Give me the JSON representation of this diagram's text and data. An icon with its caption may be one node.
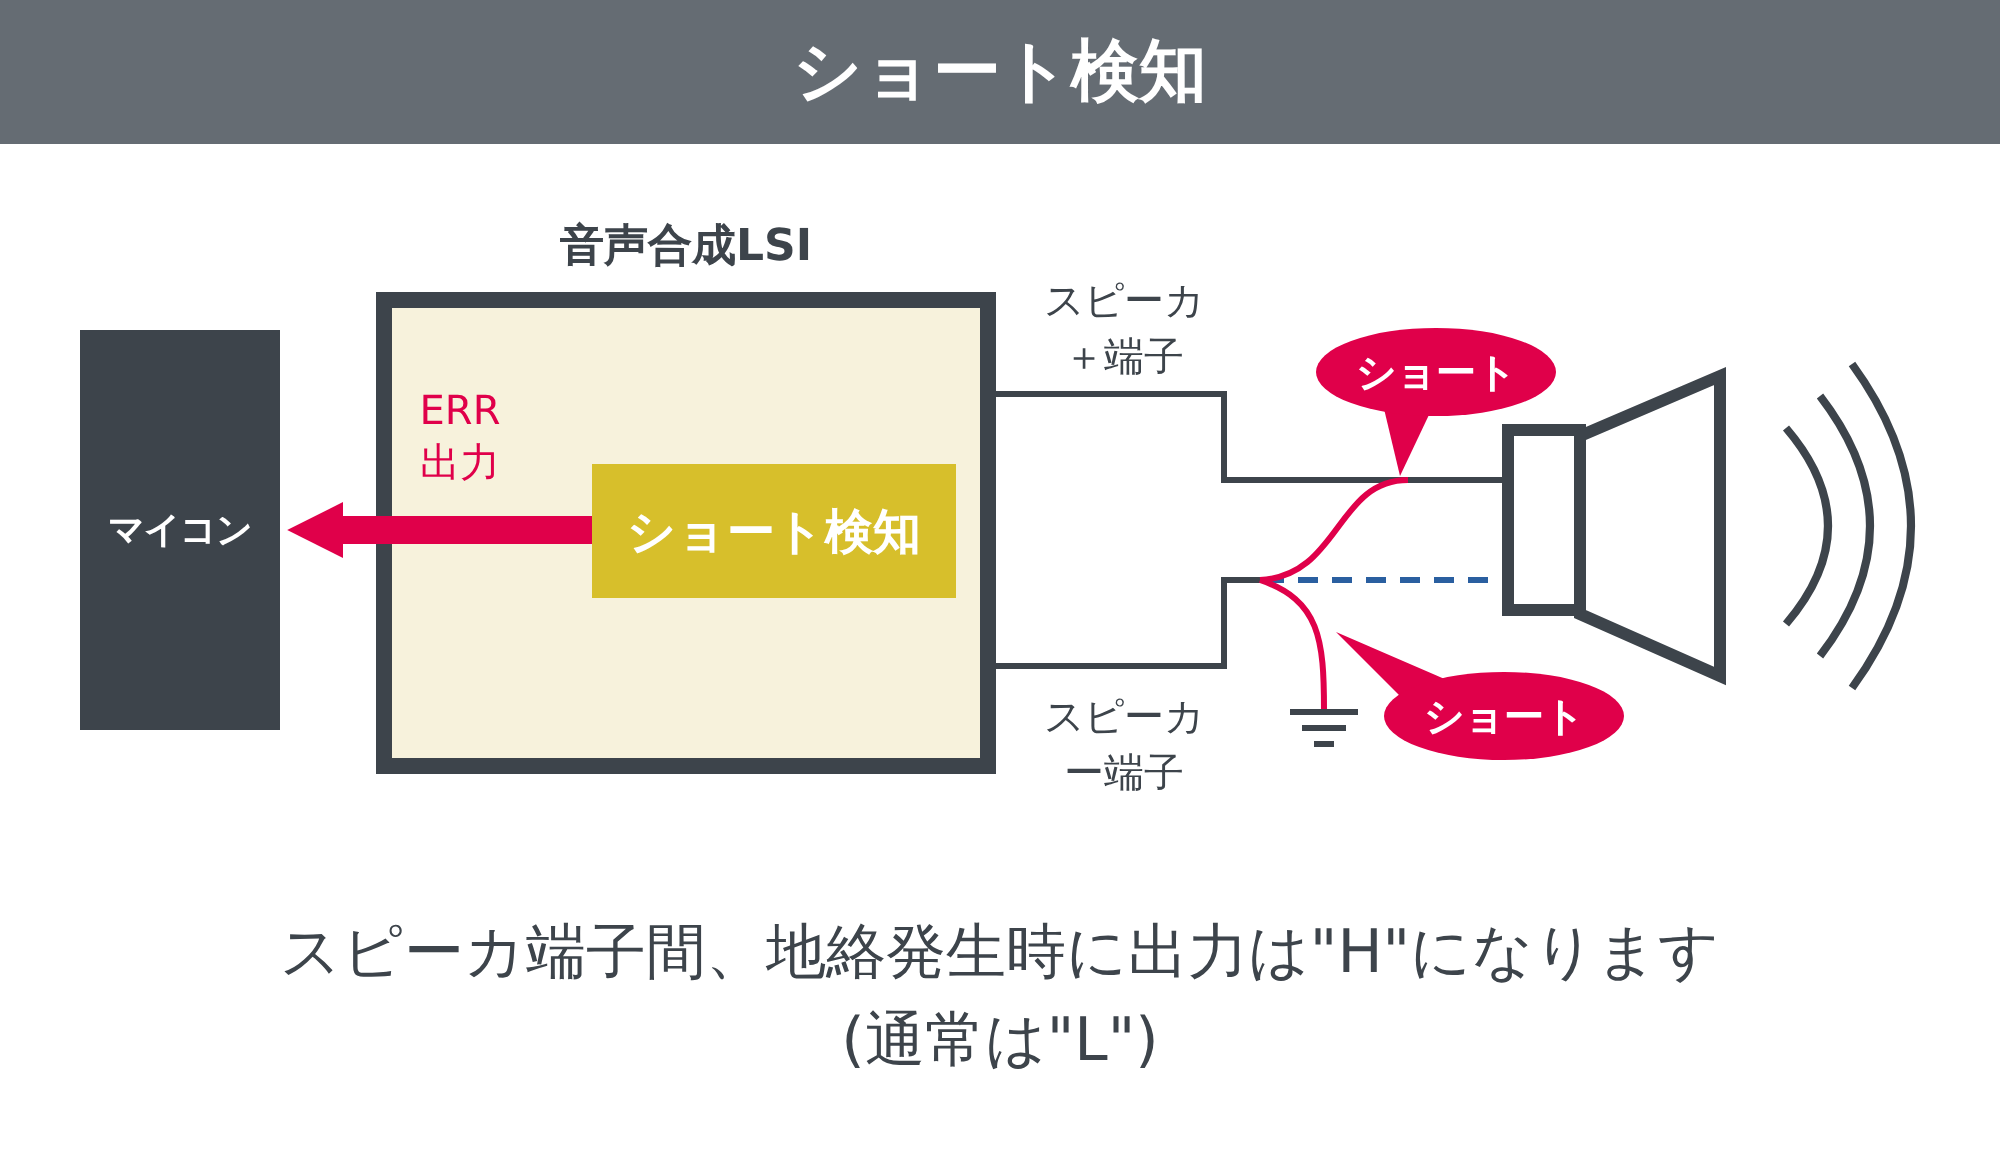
{
  "diagram": {
    "title": "ショート検知",
    "caption": "スピーカ端子間、地絡発生時に出力は\"H\"になります(通常は\"L\")",
    "nodes": [
      {
        "text": [
          "音声合成LSI"
        ]
      },
      {
        "text": [
          "マイコン"
        ]
      },
      {
        "text": [
          "ショート検知"
        ],
        "in": 0
      }
    ],
    "edges": [
      {
        "from": 2,
        "to": 1,
        "arrow": "to",
        "label": "ERR 出力"
      }
    ],
    "labels": [
      "スピーカ＋端子",
      "ショート",
      "ショート",
      "スピーカー端子"
    ]
  }
}
